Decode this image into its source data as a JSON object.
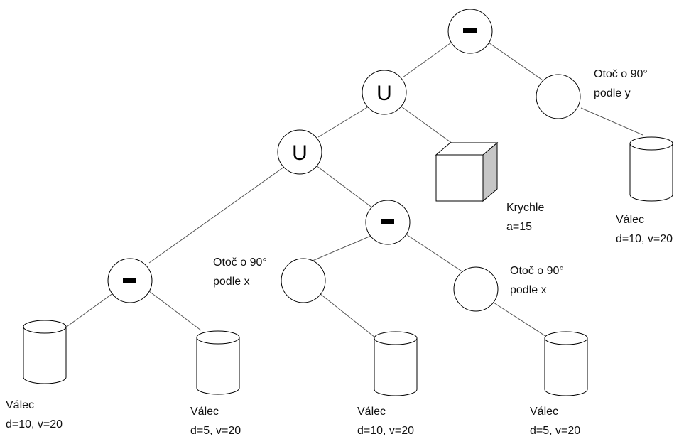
{
  "nodes": {
    "root": {
      "symbol": "minus"
    },
    "union_top": {
      "symbol": "U"
    },
    "union_mid": {
      "symbol": "U"
    },
    "diff_mid": {
      "symbol": "minus"
    },
    "diff_left": {
      "symbol": "minus"
    },
    "rotate_y": {
      "symbol": ""
    },
    "rotate_x_left": {
      "symbol": ""
    },
    "rotate_x_right": {
      "symbol": ""
    }
  },
  "labels": {
    "rotate_y": {
      "line1": "Otoč o 90°",
      "line2": "podle y"
    },
    "rotate_x_left": {
      "line1": "Otoč o 90°",
      "line2": "podle  x"
    },
    "rotate_x_right": {
      "line1": "Otoč o 90°",
      "line2": "podle x"
    },
    "cube": {
      "line1": "Krychle",
      "line2": "a=15"
    },
    "cyl_right": {
      "line1": "Válec",
      "line2": "d=10, v=20"
    },
    "cyl_1": {
      "line1": "Válec",
      "line2": "d=10, v=20"
    },
    "cyl_2": {
      "line1": "Válec",
      "line2": "d=5, v=20"
    },
    "cyl_3": {
      "line1": "Válec",
      "line2": "d=10, v=20"
    },
    "cyl_4": {
      "line1": "Válec",
      "line2": "d=5, v=20"
    }
  }
}
